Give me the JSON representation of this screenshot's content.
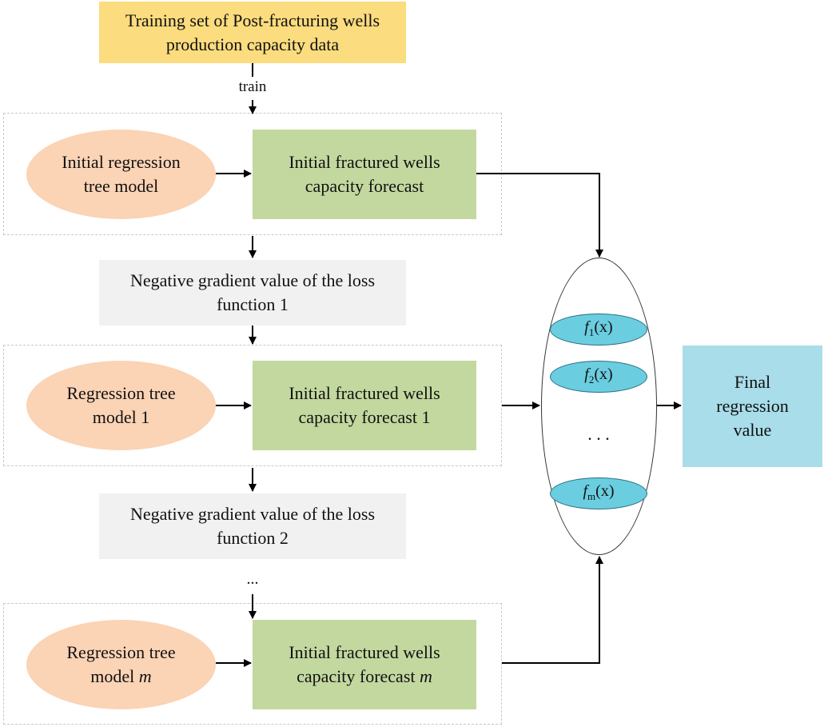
{
  "top_box": {
    "line1": "Training set of  Post-fracturing wells",
    "line2": "production capacity data"
  },
  "train_label": "train",
  "stage1": {
    "model": {
      "line1": "Initial regression",
      "line2": "tree model"
    },
    "forecast": {
      "line1": "Initial fractured wells",
      "line2": "capacity forecast"
    }
  },
  "gradient1": {
    "line1": "Negative gradient value of the loss",
    "line2": "function 1"
  },
  "stage2": {
    "model": {
      "line1": "Regression tree",
      "line2": "model 1"
    },
    "forecast": {
      "line1": "Initial fractured wells",
      "line2": "capacity forecast 1"
    }
  },
  "gradient2": {
    "line1": "Negative gradient value of the loss",
    "line2": "function 2"
  },
  "ellipsis_vertical": "...",
  "stage3": {
    "model": {
      "line1": "Regression tree",
      "line2_prefix": "model ",
      "line2_var": "m"
    },
    "forecast": {
      "line1": "Initial fractured wells",
      "line2_prefix": "capacity forecast ",
      "line2_var": "m"
    }
  },
  "ensemble": {
    "f1": {
      "f": "f",
      "sub": "1",
      "arg": "(x)"
    },
    "f2": {
      "f": "f",
      "sub": "2",
      "arg": "(x)"
    },
    "dots": ". . .",
    "fm": {
      "f": "f",
      "sub": "m",
      "arg": "(x)"
    }
  },
  "final_box": {
    "line1": "Final",
    "line2": "regression",
    "line3": "value"
  }
}
